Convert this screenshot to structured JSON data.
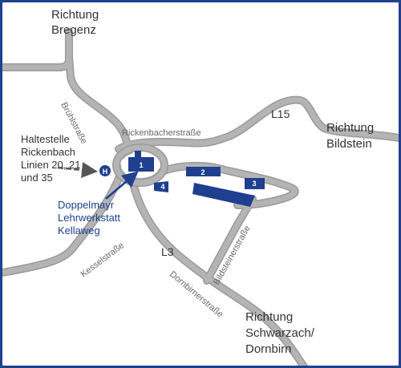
{
  "map": {
    "destinations": [
      {
        "line1": "Richtung",
        "line2": "Bregenz"
      },
      {
        "line1": "Richtung",
        "line2": "Bildstein"
      },
      {
        "line1": "Richtung",
        "line2": "Schwarzach/",
        "line3": "Dornbirn"
      }
    ],
    "road_numbers": [
      "L15",
      "L3"
    ],
    "streets": {
      "bruehl": "Brühlstraße",
      "rickenbacher": "Rickenbacherstraße",
      "kessel": "Kesselstraße",
      "dornbirner": "Dornbirnerstraße",
      "bildsteiner": "Bildsteinerstraße"
    },
    "bus_stop": {
      "lines": [
        "Haltestelle",
        "Rickenbach",
        "Linien 20, 21",
        "und 35"
      ],
      "symbol": "H"
    },
    "destination_poi": {
      "lines": [
        "Doppelmayr",
        "Lehrwerkstatt",
        "Kellaweg"
      ]
    },
    "buildings": [
      "1",
      "2",
      "3",
      "4"
    ],
    "colors": {
      "road": "#b4b4b4",
      "road_outline": "#9a9a9a",
      "building": "#1f3f8f",
      "frame": "#1f3f8f",
      "text": "#333333"
    },
    "icons": {
      "bus_stop": "bus-stop-icon",
      "arrow_to_stop": "dashed-arrow-icon",
      "arrow_to_poi": "arrow-icon"
    }
  }
}
